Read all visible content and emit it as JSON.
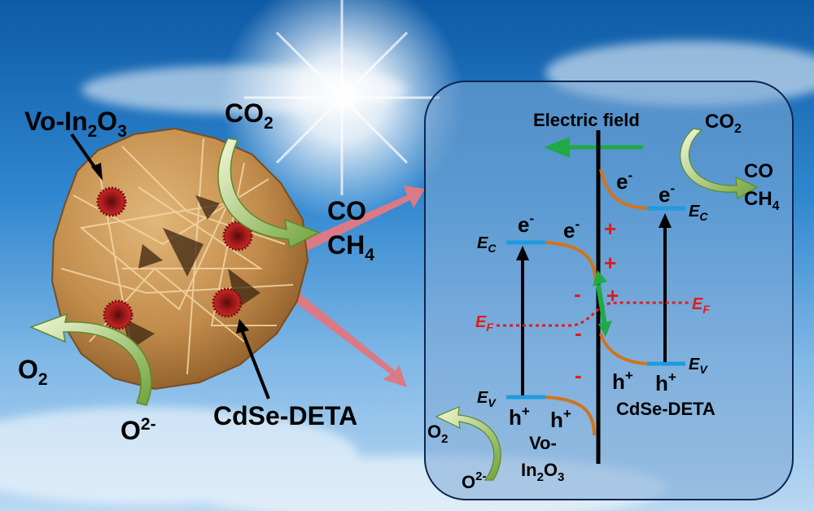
{
  "particle": {
    "vo_in2o3": "Vo-In₂O₃",
    "co2": "CO₂",
    "co": "CO",
    "ch4": "CH₄",
    "o2": "O₂",
    "o2minus": "O²⁻",
    "cdse_deta": "CdSe-DETA"
  },
  "band_diagram": {
    "electric_field": "Electric field",
    "co2": "CO₂",
    "co": "CO",
    "ch4": "CH₄",
    "electron": "e⁻",
    "hole": "h⁺",
    "plus": "+",
    "minus": "-",
    "ec": "E",
    "ec_sub": "C",
    "ev": "E",
    "ev_sub": "V",
    "ef": "E",
    "ef_sub": "F",
    "o2": "O₂",
    "o2minus": "O²⁻",
    "vo_label_1": "Vo-",
    "vo_label_2": "In₂O₃",
    "cdse_deta": "CdSe-DETA"
  },
  "colors": {
    "panel": "#7fa9d6",
    "band_orange": "#d2731c",
    "level_blue": "#1f9be0",
    "fermi_red": "#e01b1b",
    "field_green": "#1faa45",
    "pointer_pink": "#d97a86",
    "particle_tan": "#c39150"
  }
}
